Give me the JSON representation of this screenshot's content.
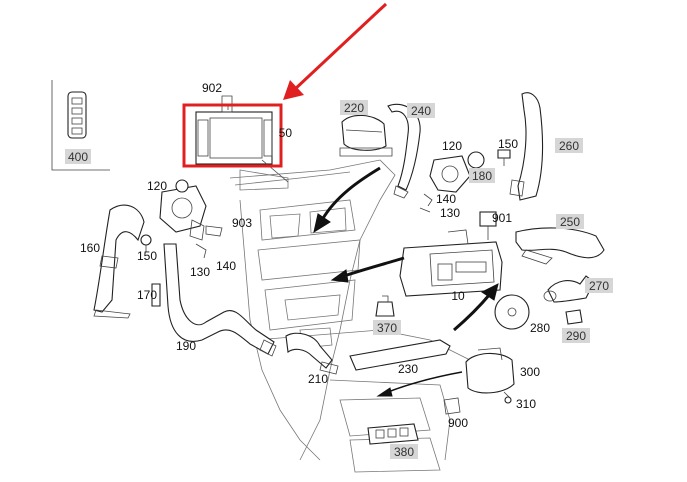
{
  "callouts": {
    "c400": "400",
    "c902": "902",
    "c50": "50",
    "c220": "220",
    "c240": "240",
    "c120a": "120",
    "c150a": "150",
    "c260": "260",
    "c180": "180",
    "c140a": "140",
    "c130a": "130",
    "c901": "901",
    "c250": "250",
    "c120b": "120",
    "c903": "903",
    "c160": "160",
    "c150b": "150",
    "c130b": "130",
    "c140b": "140",
    "c170": "170",
    "c10": "10",
    "c270": "270",
    "c280": "280",
    "c290": "290",
    "c370": "370",
    "c190": "190",
    "c210": "210",
    "c230": "230",
    "c300": "300",
    "c310": "310",
    "c900": "900",
    "c380": "380"
  },
  "colors": {
    "highlight": "#e02020",
    "label_box": "#d6d6d6",
    "line": "#222222"
  }
}
